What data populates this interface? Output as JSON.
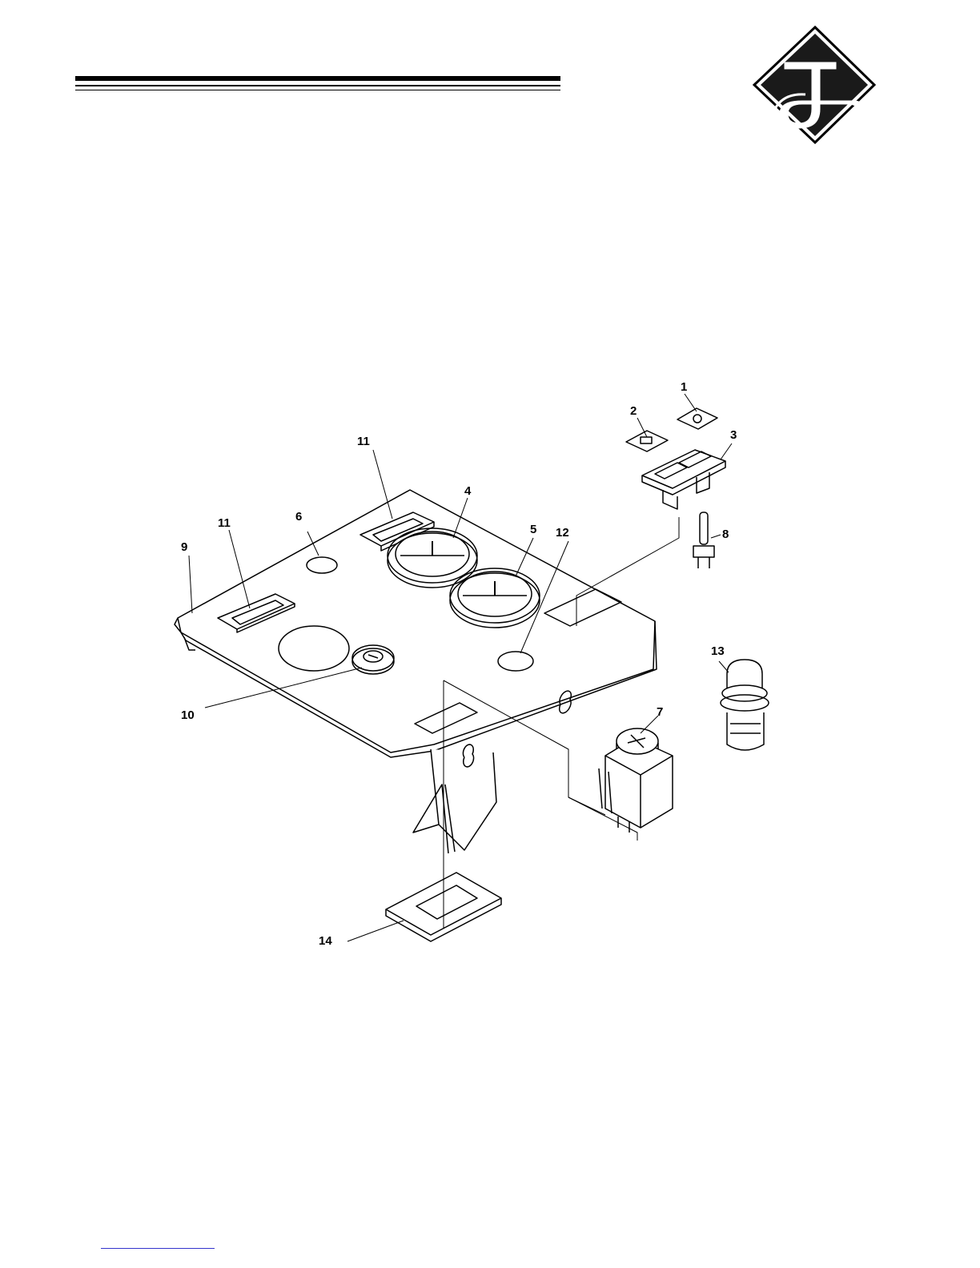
{
  "callouts": [
    {
      "id": "1",
      "label": "1"
    },
    {
      "id": "2",
      "label": "2"
    },
    {
      "id": "3",
      "label": "3"
    },
    {
      "id": "4",
      "label": "4"
    },
    {
      "id": "5",
      "label": "5"
    },
    {
      "id": "6",
      "label": "6"
    },
    {
      "id": "7",
      "label": "7"
    },
    {
      "id": "8",
      "label": "8"
    },
    {
      "id": "9",
      "label": "9"
    },
    {
      "id": "10",
      "label": "10"
    },
    {
      "id": "11a",
      "label": "11"
    },
    {
      "id": "11b",
      "label": "11"
    },
    {
      "id": "12",
      "label": "12"
    },
    {
      "id": "13",
      "label": "13"
    },
    {
      "id": "14",
      "label": "14"
    }
  ],
  "icons": {
    "logo": "brand-diamond-logo-icon"
  }
}
